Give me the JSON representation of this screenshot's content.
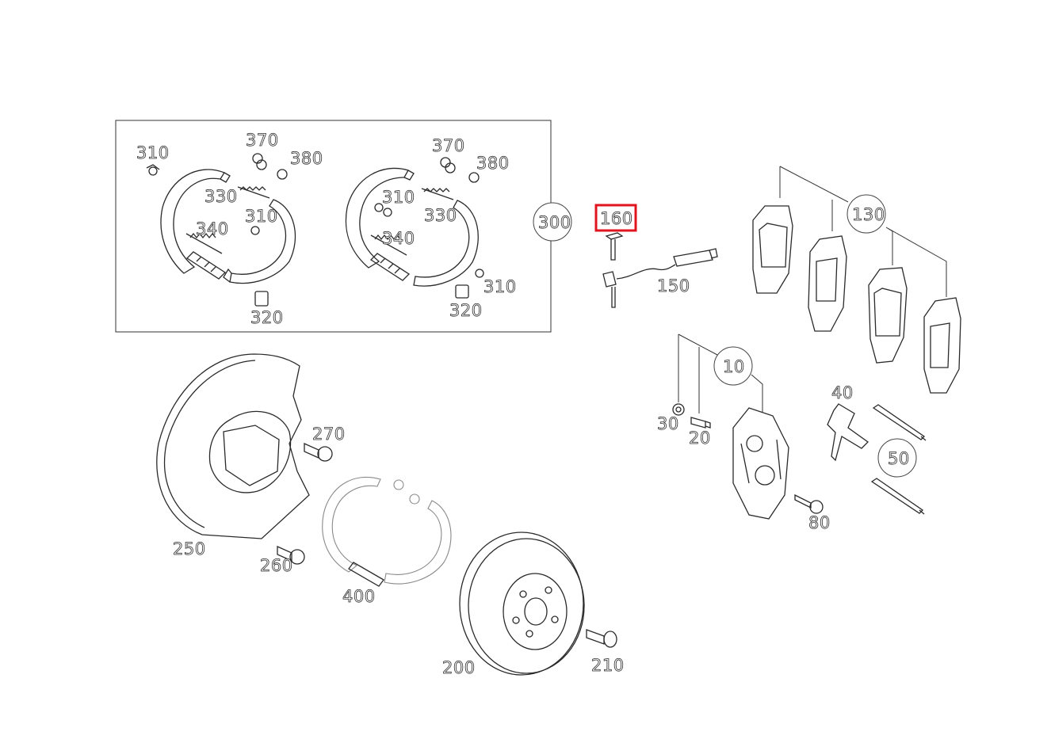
{
  "diagram": {
    "highlight_color": "#e0141e",
    "callout_labels": {
      "group_shoe_set": "300",
      "brake_pad_set": "130",
      "brake_caliper": "10"
    },
    "part_labels": {
      "p310_a": "310",
      "p370_a": "370",
      "p380_a": "380",
      "p330_a": "330",
      "p310_b": "310",
      "p340_a": "340",
      "p320_a": "320",
      "p370_b": "370",
      "p380_b": "380",
      "p310_c": "310",
      "p330_b": "330",
      "p340_b": "340",
      "p310_d": "310",
      "p320_b": "320",
      "p160": "160",
      "p150": "150",
      "p30": "30",
      "p20": "20",
      "p40": "40",
      "p50": "50",
      "p80": "80",
      "p270": "270",
      "p250": "250",
      "p260": "260",
      "p400": "400",
      "p200": "200",
      "p210": "210"
    },
    "selected_part": "160"
  }
}
